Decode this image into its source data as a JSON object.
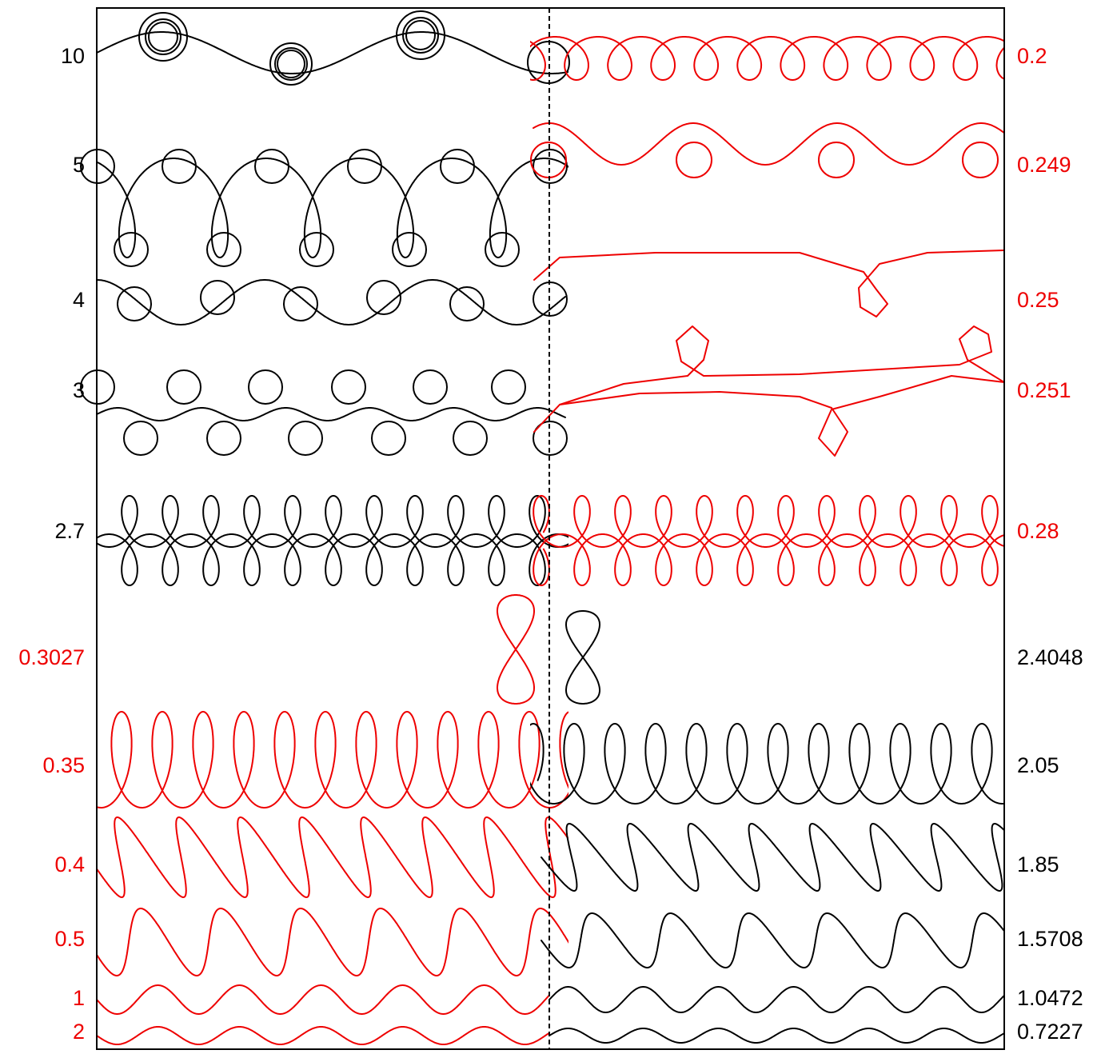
{
  "colors": {
    "black": "#000000",
    "red": "#ee0000"
  },
  "rows": [
    {
      "left": {
        "label": "10",
        "color": "black",
        "shape": "circles"
      },
      "right": {
        "label": "0.2",
        "color": "red",
        "shape": "coils"
      }
    },
    {
      "left": {
        "label": "5",
        "color": "black",
        "shape": "serpentine"
      },
      "right": {
        "label": "0.249",
        "color": "red",
        "shape": "long-loops"
      }
    },
    {
      "left": {
        "label": "4",
        "color": "black",
        "shape": "wave-circles"
      },
      "right": {
        "label": "0.25",
        "color": "red",
        "shape": "single-loop"
      }
    },
    {
      "left": {
        "label": "3",
        "color": "black",
        "shape": "alternating-loops"
      },
      "right": {
        "label": "0.251",
        "color": "red",
        "shape": "wide-loops"
      }
    },
    {
      "left": {
        "label": "2.7",
        "color": "black",
        "shape": "braid"
      },
      "right": {
        "label": "0.28",
        "color": "red",
        "shape": "braid"
      }
    },
    {
      "left": {
        "label": "0.3027",
        "color": "red",
        "shape": "figure-eight"
      },
      "right": {
        "label": "2.4048",
        "color": "black",
        "shape": "figure-eight"
      }
    },
    {
      "left": {
        "label": "0.35",
        "color": "red",
        "shape": "bulbs"
      },
      "right": {
        "label": "2.05",
        "color": "black",
        "shape": "bulbs"
      }
    },
    {
      "left": {
        "label": "0.4",
        "color": "red",
        "shape": "meander"
      },
      "right": {
        "label": "1.85",
        "color": "black",
        "shape": "meander"
      }
    },
    {
      "left": {
        "label": "0.5",
        "color": "red",
        "shape": "square-wave"
      },
      "right": {
        "label": "1.5708",
        "color": "black",
        "shape": "square-wave"
      }
    },
    {
      "left": {
        "label": "1",
        "color": "red",
        "shape": "sine"
      },
      "right": {
        "label": "1.0472",
        "color": "black",
        "shape": "sine"
      }
    },
    {
      "left": {
        "label": "2",
        "color": "red",
        "shape": "sine"
      },
      "right": {
        "label": "0.7227",
        "color": "black",
        "shape": "sine"
      }
    }
  ]
}
